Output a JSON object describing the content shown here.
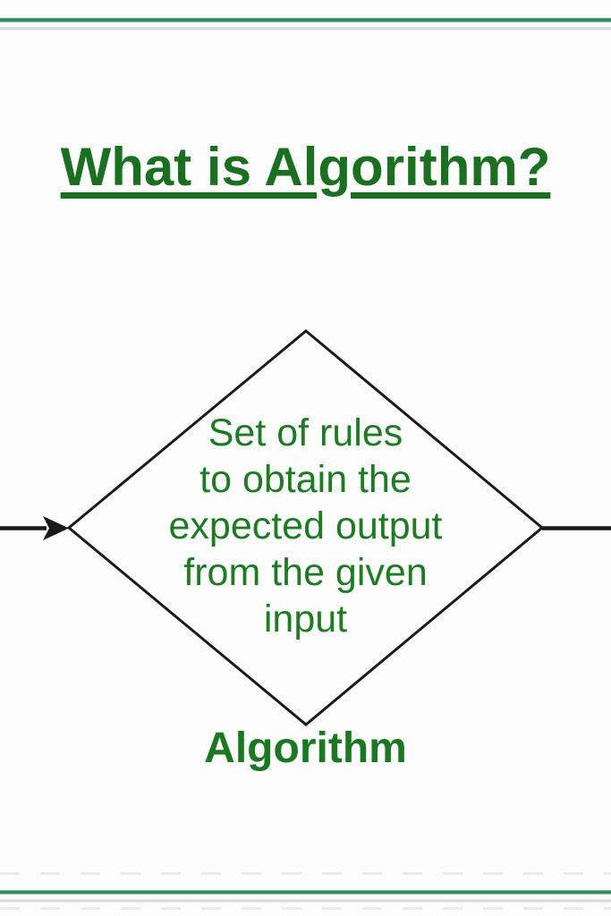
{
  "slide": {
    "title": "What is Algorithm?",
    "diamond_lines": [
      "Set of rules",
      "to obtain the",
      "expected output",
      "from the given",
      "input"
    ],
    "caption": "Algorithm"
  },
  "diagram": {
    "shape": "decision-diamond",
    "flow_in": "arrow-from-left",
    "flow_out": "line-to-right"
  },
  "colors": {
    "title_green": "#1a7020",
    "diamond_text_green": "#1e7b24",
    "caption_green": "#1b7721",
    "divider_green": "#2e8b5e",
    "divider_gray": "#d9d9d9",
    "flow_line_black": "#1a1a1a",
    "background": "#fdfdfd"
  }
}
